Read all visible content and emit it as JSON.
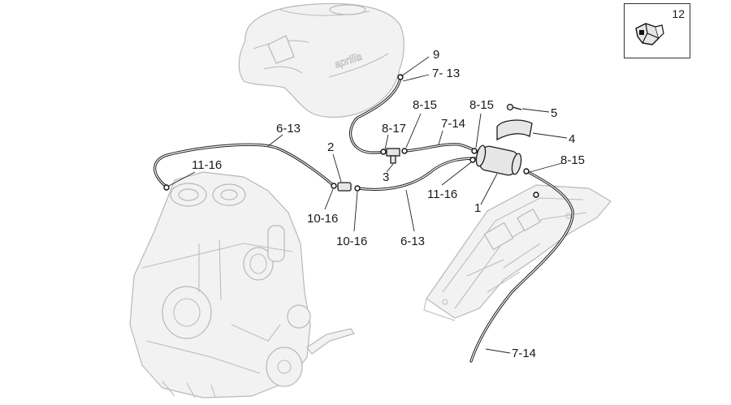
{
  "diagram": {
    "labels": {
      "p9": "9",
      "p7_13": "7- 13",
      "p8_15_a": "8-15",
      "p8_15_b": "8-15",
      "p5": "5",
      "p6_13_a": "6-13",
      "p8_17": "8-17",
      "p7_14_a": "7-14",
      "p4": "4",
      "p2": "2",
      "p8_15_c": "8-15",
      "p11_16_a": "11-16",
      "p3": "3",
      "p11_16_b": "11-16",
      "p1": "1",
      "p10_16_a": "10-16",
      "p10_16_b": "10-16",
      "p6_13_b": "6-13",
      "p7_14_b": "7-14"
    },
    "tank_logo": "aprilia",
    "inset": {
      "label": "12",
      "icon": "clip-icon"
    }
  }
}
